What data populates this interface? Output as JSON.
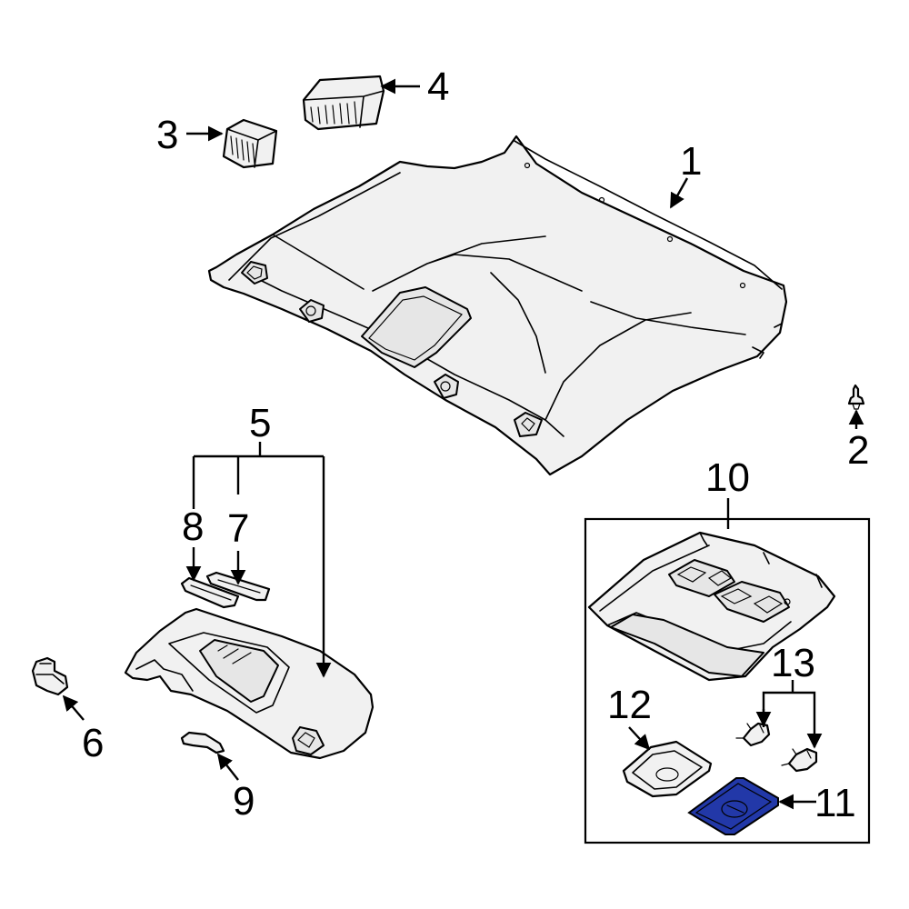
{
  "callouts": {
    "c1": "1",
    "c2": "2",
    "c3": "3",
    "c4": "4",
    "c5": "5",
    "c6": "6",
    "c7": "7",
    "c8": "8",
    "c9": "9",
    "c10": "10",
    "c11": "11",
    "c12": "12",
    "c13": "13"
  },
  "highlighted_part": "11",
  "colors": {
    "highlight": "#2238a8",
    "line": "#000000",
    "part_fill": "#f1f1f1",
    "background": "#ffffff"
  }
}
